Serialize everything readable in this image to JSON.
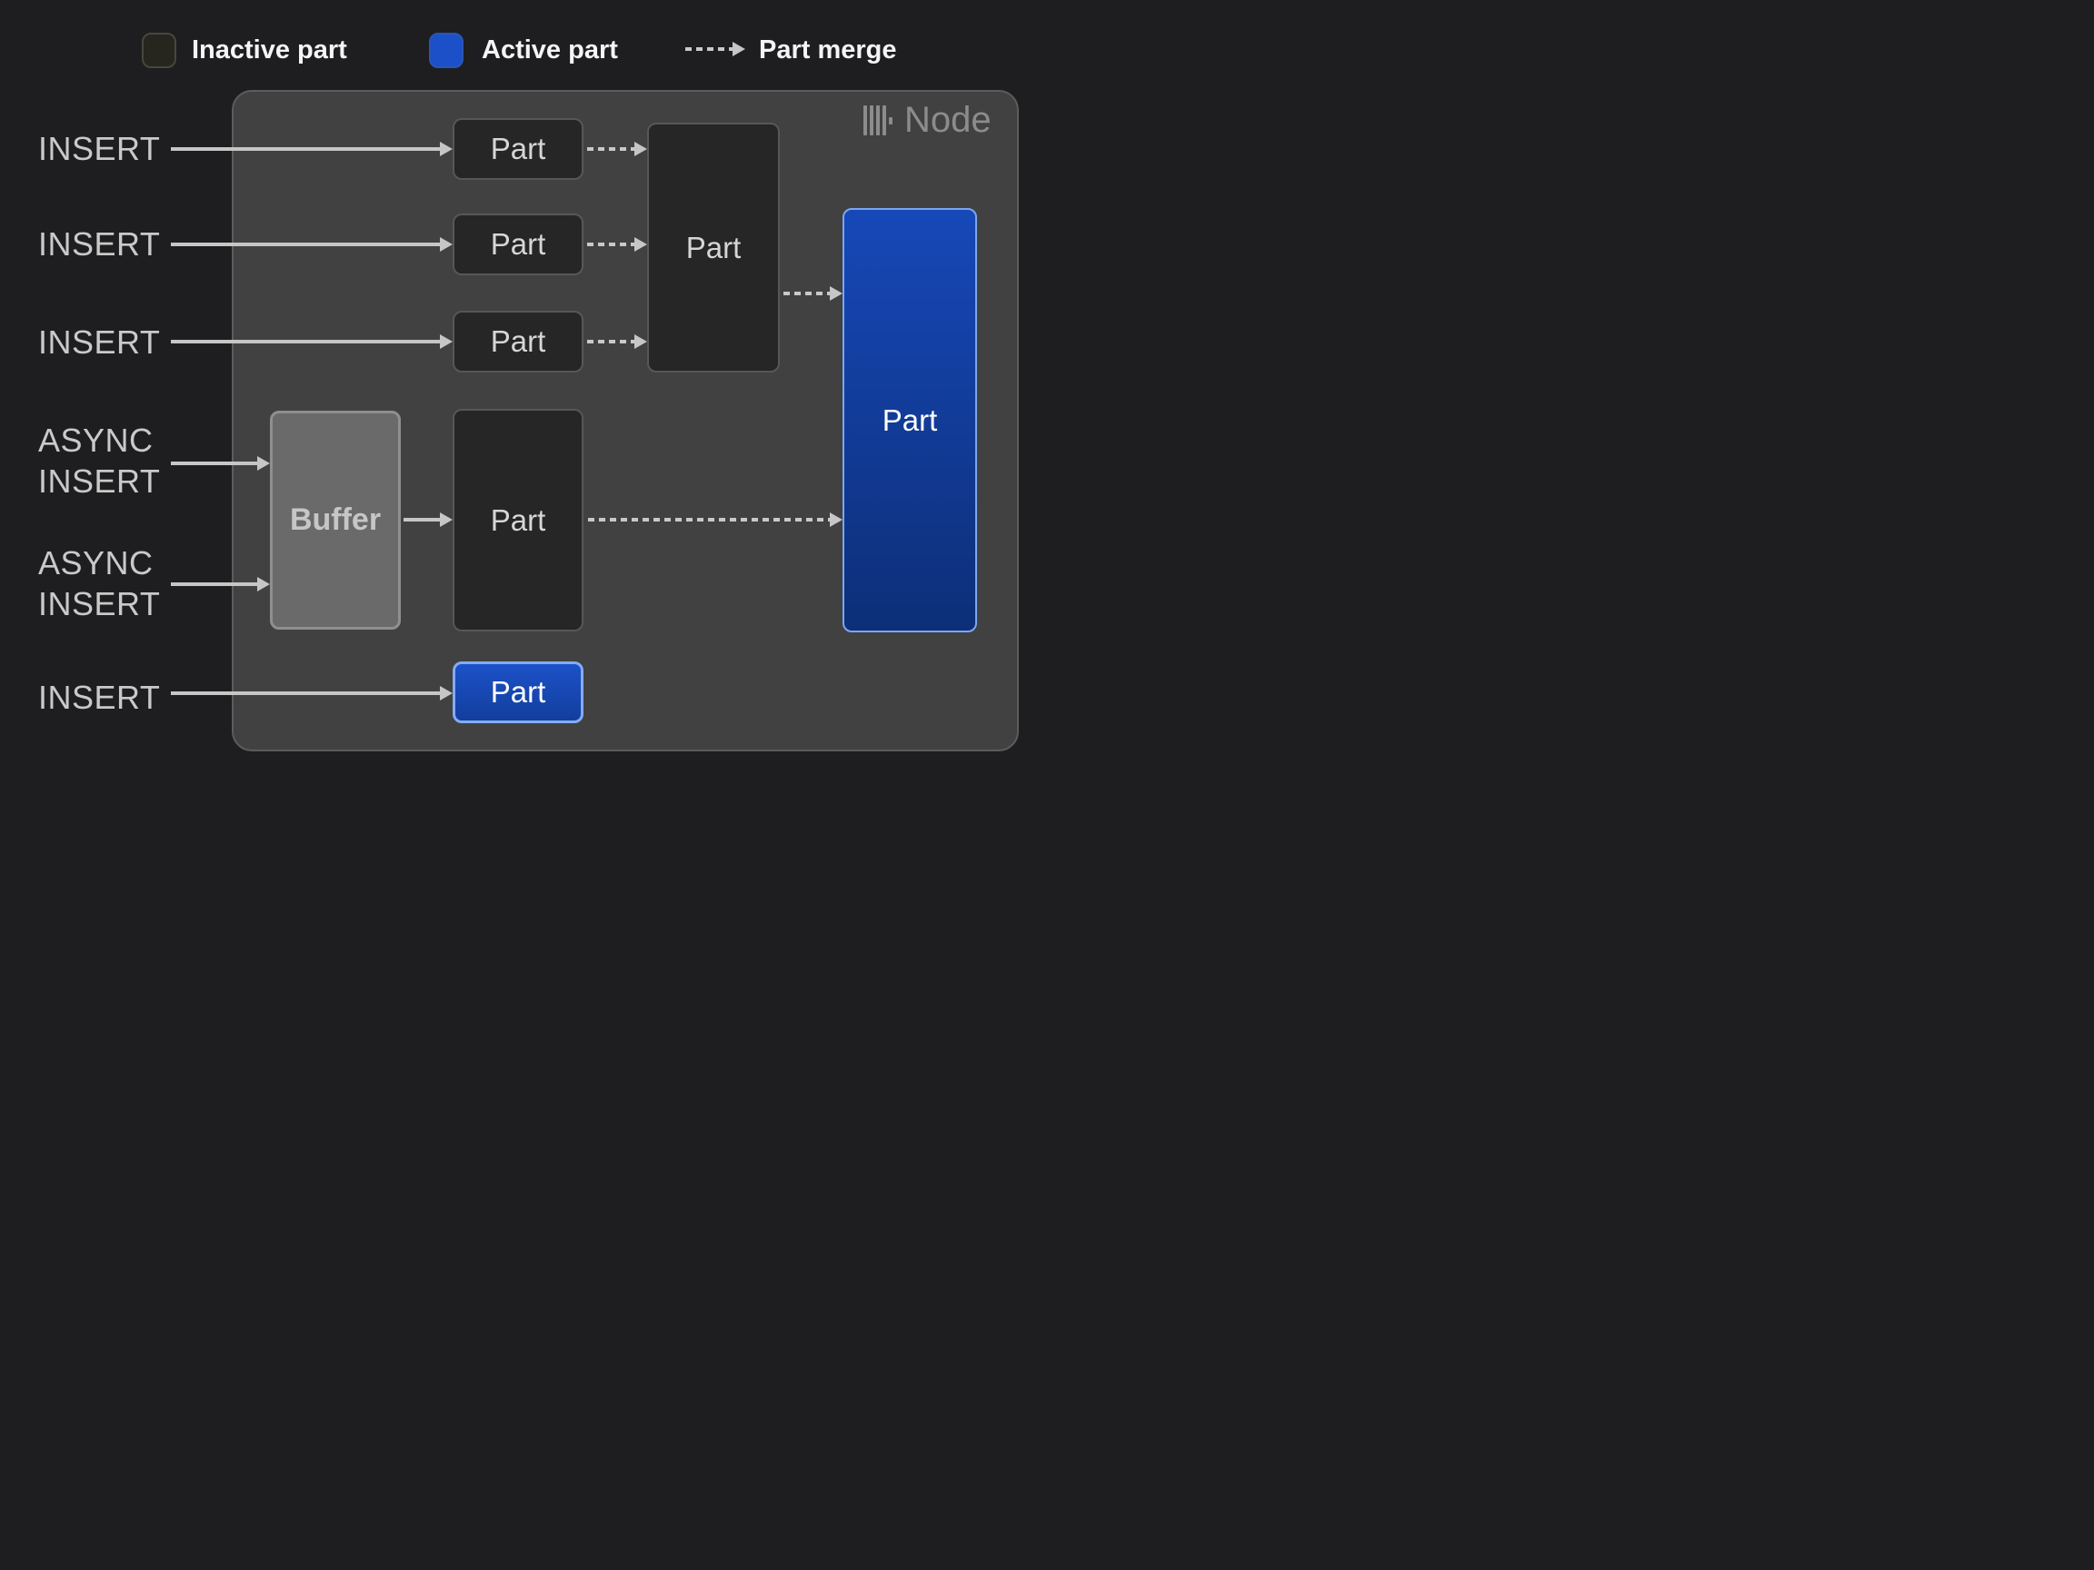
{
  "legend": {
    "inactive_label": "Inactive part",
    "active_label": "Active part",
    "merge_label": "Part merge"
  },
  "node": {
    "title": "Node"
  },
  "io_labels": {
    "insert_1": "INSERT",
    "insert_2": "INSERT",
    "insert_3": "INSERT",
    "async_insert_1_line1": "ASYNC",
    "async_insert_1_line2": "INSERT",
    "async_insert_2_line1": "ASYNC",
    "async_insert_2_line2": "INSERT",
    "insert_4": "INSERT"
  },
  "boxes": {
    "part_top_1": "Part",
    "part_top_2": "Part",
    "part_top_3": "Part",
    "part_merged": "Part",
    "part_async": "Part",
    "part_active_large": "Part",
    "part_active_small": "Part",
    "buffer": "Buffer"
  },
  "colors": {
    "background": "#1e1e20",
    "node_fill": "#414141",
    "node_border": "#5c5c5c",
    "inactive_box_fill": "#262626",
    "inactive_box_border": "#575757",
    "active_blue_top": "#1648b8",
    "active_blue_bottom": "#0d2f78",
    "active_blue_border": "#7ca6f0",
    "legend_active_blue": "#1c50c8",
    "buffer_fill": "#6a6a6a",
    "buffer_border": "#8f8f8f",
    "arrow": "#c6c6c6",
    "io_label_text": "#c9c9c9",
    "legend_text": "#f5f5f5",
    "box_text": "#d6d6d6",
    "node_title_text": "#8c8c8c"
  }
}
